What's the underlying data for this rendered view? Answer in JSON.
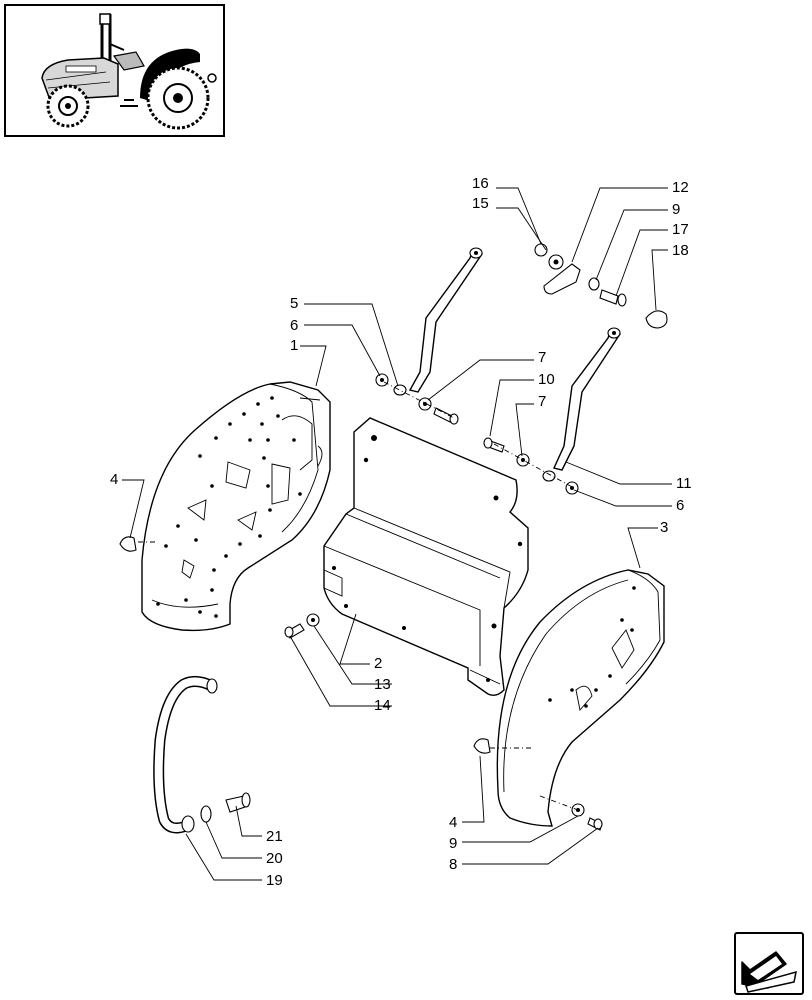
{
  "thumbnail": {
    "icon": "tractor-thumbnail-icon",
    "highlight": "rear-fender"
  },
  "callouts": [
    {
      "id": "c16",
      "label": "16"
    },
    {
      "id": "c15",
      "label": "15"
    },
    {
      "id": "c12",
      "label": "12"
    },
    {
      "id": "c9a",
      "label": "9"
    },
    {
      "id": "c17",
      "label": "17"
    },
    {
      "id": "c18",
      "label": "18"
    },
    {
      "id": "c5",
      "label": "5"
    },
    {
      "id": "c6a",
      "label": "6"
    },
    {
      "id": "c1",
      "label": "1"
    },
    {
      "id": "c7a",
      "label": "7"
    },
    {
      "id": "c10",
      "label": "10"
    },
    {
      "id": "c7b",
      "label": "7"
    },
    {
      "id": "c4a",
      "label": "4"
    },
    {
      "id": "c11",
      "label": "11"
    },
    {
      "id": "c6b",
      "label": "6"
    },
    {
      "id": "c3",
      "label": "3"
    },
    {
      "id": "c2",
      "label": "2"
    },
    {
      "id": "c13",
      "label": "13"
    },
    {
      "id": "c14",
      "label": "14"
    },
    {
      "id": "c4b",
      "label": "4"
    },
    {
      "id": "c9b",
      "label": "9"
    },
    {
      "id": "c8",
      "label": "8"
    },
    {
      "id": "c21",
      "label": "21"
    },
    {
      "id": "c20",
      "label": "20"
    },
    {
      "id": "c19",
      "label": "19"
    }
  ],
  "nav": {
    "icon": "next-page-arrow-icon"
  }
}
